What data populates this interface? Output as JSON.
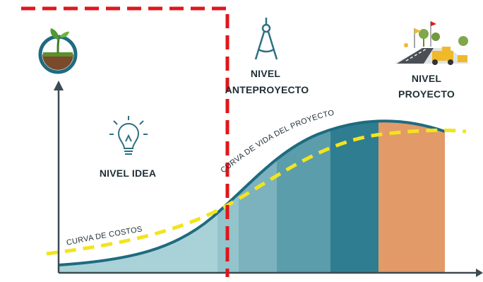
{
  "stages": {
    "idea": {
      "label": "NIVEL IDEA",
      "icon": "lightbulb-icon"
    },
    "anteproyecto": {
      "label_line1": "NIVEL",
      "label_line2": "ANTEPROYECTO",
      "icon": "compass-icon"
    },
    "proyecto": {
      "label_line1": "NIVEL",
      "label_line2": "PROYECTO",
      "icon": "road-construction-icon"
    }
  },
  "curves": {
    "project_life": "CURVA DE VIDA DEL PROYECTO",
    "costs": "CURVA DE COSTOS"
  },
  "axis_icon": "plant-soil-icon",
  "colors": {
    "band_1": "#a9d2d8",
    "band_2": "#93c4cc",
    "band_3": "#7cb2bd",
    "band_4": "#5c9dac",
    "band_5": "#2f7d90",
    "band_6": "#e29a68",
    "life_curve": "#1f6b80",
    "cost_curve": "#f2e41e",
    "divider": "#e0161b",
    "axis": "#3c4a52",
    "label": "#1f2f36"
  }
}
